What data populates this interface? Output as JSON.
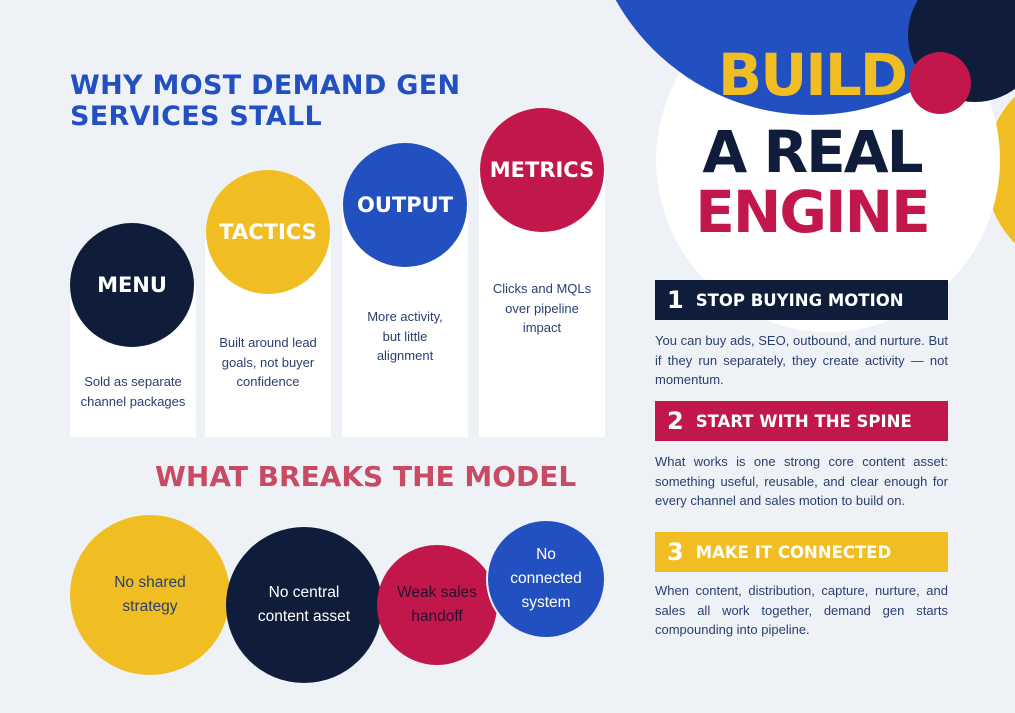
{
  "colors": {
    "navy": "#0f1c3a",
    "blue": "#2350c0",
    "yellow": "#f0be22",
    "red": "#c2174a",
    "background": "#eef2f7"
  },
  "hero": {
    "line1": "BUILD",
    "line2": "A REAL",
    "line3": "ENGINE"
  },
  "stall": {
    "title_line1": "WHY MOST DEMAND GEN",
    "title_line2": "SERVICES STALL",
    "columns": [
      {
        "label": "MENU",
        "text": "Sold as separate channel packages"
      },
      {
        "label": "TACTICS",
        "text": "Built around lead goals, not buyer confidence"
      },
      {
        "label": "OUTPUT",
        "text": "More activity, but little alignment"
      },
      {
        "label": "METRICS",
        "text": "Clicks and MQLs over pipeline impact"
      }
    ]
  },
  "breaks": {
    "title": "WHAT BREAKS THE MODEL",
    "items": [
      "No shared strategy",
      "No central content asset",
      "Weak sales handoff",
      "No connected system"
    ]
  },
  "steps": [
    {
      "number": "1",
      "title": "STOP BUYING MOTION",
      "text": "You can buy ads, SEO, outbound, and nurture. But if they run separately, they create activity — not momentum."
    },
    {
      "number": "2",
      "title": "START WITH THE SPINE",
      "text": "What works is one strong core content asset: something useful, reusable, and clear enough for every channel and sales motion to build on."
    },
    {
      "number": "3",
      "title": "MAKE IT CONNECTED",
      "text": "When content, distribution, capture, nurture, and sales all work together, demand gen starts compounding into pipeline."
    }
  ]
}
